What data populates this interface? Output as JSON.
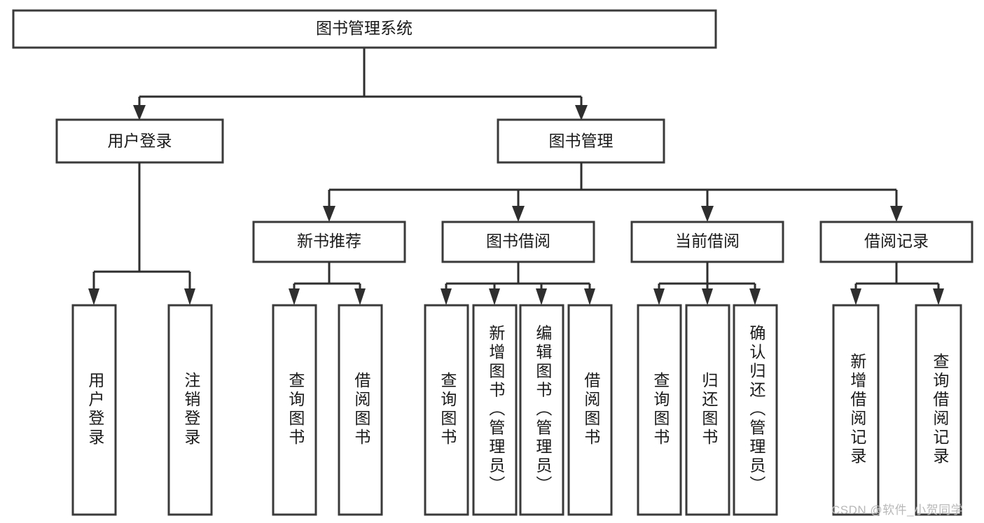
{
  "diagram": {
    "title": "图书管理系统",
    "type": "tree-hierarchy",
    "root": {
      "id": "root",
      "label": "图书管理系统"
    },
    "level2": [
      {
        "id": "user-login",
        "label": "用户登录"
      },
      {
        "id": "book-management",
        "label": "图书管理"
      }
    ],
    "level3": [
      {
        "id": "new-book-recommend",
        "label": "新书推荐",
        "parent": "book-management"
      },
      {
        "id": "book-borrow",
        "label": "图书借阅",
        "parent": "book-management"
      },
      {
        "id": "current-borrow",
        "label": "当前借阅",
        "parent": "book-management"
      },
      {
        "id": "borrow-record",
        "label": "借阅记录",
        "parent": "book-management"
      }
    ],
    "leaves": [
      {
        "id": "leaf-user-login",
        "label": "用户登录",
        "parent": "user-login"
      },
      {
        "id": "leaf-logout-login",
        "label": "注销登录",
        "parent": "user-login"
      },
      {
        "id": "leaf-query-book-1",
        "label": "查询图书",
        "parent": "new-book-recommend"
      },
      {
        "id": "leaf-borrow-book-1",
        "label": "借阅图书",
        "parent": "new-book-recommend"
      },
      {
        "id": "leaf-query-book-2",
        "label": "查询图书",
        "parent": "book-borrow"
      },
      {
        "id": "leaf-add-book",
        "label": "新增图书（管理员）",
        "parent": "book-borrow"
      },
      {
        "id": "leaf-edit-book",
        "label": "编辑图书（管理员）",
        "parent": "book-borrow"
      },
      {
        "id": "leaf-borrow-book-2",
        "label": "借阅图书",
        "parent": "book-borrow"
      },
      {
        "id": "leaf-query-book-3",
        "label": "查询图书",
        "parent": "current-borrow"
      },
      {
        "id": "leaf-return-book",
        "label": "归还图书",
        "parent": "current-borrow"
      },
      {
        "id": "leaf-confirm-return",
        "label": "确认归还（管理员）",
        "parent": "current-borrow"
      },
      {
        "id": "leaf-add-record",
        "label": "新增借阅记录",
        "parent": "borrow-record"
      },
      {
        "id": "leaf-query-record",
        "label": "查询借阅记录",
        "parent": "borrow-record"
      }
    ]
  },
  "watermark": {
    "text": "CSDN @软件_小贺同学"
  },
  "colors": {
    "box_stroke": "#3a3a3a",
    "connector": "#2e2e2e",
    "background": "#ffffff",
    "text": "#1a1a1a",
    "watermark": "#b8b8b8"
  }
}
